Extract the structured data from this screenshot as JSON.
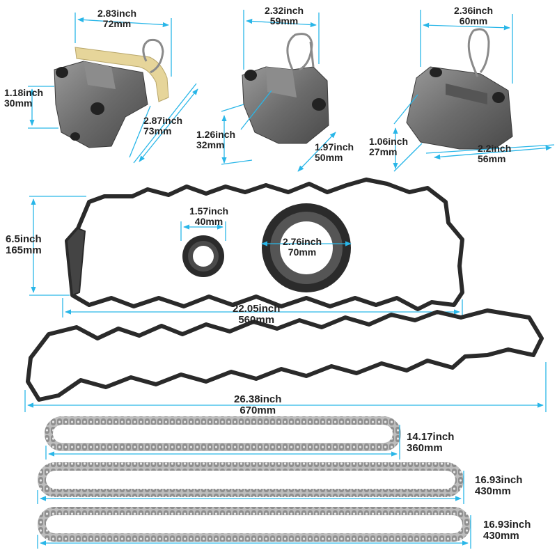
{
  "image": {
    "background": "#ffffff",
    "dimension_line_color": "#29b6e8",
    "part_metal_color": "#6f6f6f",
    "guide_color": "#e8d9a0",
    "gasket_color": "#2a2a2a"
  },
  "parts": {
    "tensioner_1": {
      "icon": "timing-chain-tensioner-with-guide",
      "width_in": "2.83inch",
      "width_mm": "72mm",
      "height_in": "1.18inch",
      "height_mm": "30mm",
      "depth_in": "2.87inch",
      "depth_mm": "73mm"
    },
    "tensioner_2": {
      "icon": "timing-chain-tensioner",
      "width_in": "2.32inch",
      "width_mm": "59mm",
      "height_in": "1.26inch",
      "height_mm": "32mm",
      "depth_in": "1.97inch",
      "depth_mm": "50mm"
    },
    "tensioner_3": {
      "icon": "timing-chain-tensioner",
      "width_in": "2.36inch",
      "width_mm": "60mm",
      "height_in": "1.06inch",
      "height_mm": "27mm",
      "depth_in": "2.2inch",
      "depth_mm": "56mm"
    },
    "valve_cover_gasket_small": {
      "icon": "valve-cover-gasket",
      "height_in": "6.5inch",
      "height_mm": "165mm",
      "length_in": "22.05inch",
      "length_mm": "560mm"
    },
    "oil_seal_small": {
      "icon": "oil-seal",
      "diameter_in": "1.57inch",
      "diameter_mm": "40mm"
    },
    "oil_seal_large": {
      "icon": "oil-seal",
      "diameter_in": "2.76inch",
      "diameter_mm": "70mm"
    },
    "valve_cover_gasket_large": {
      "icon": "valve-cover-gasket",
      "length_in": "26.38inch",
      "length_mm": "670mm"
    },
    "chain_1": {
      "icon": "timing-chain",
      "length_in": "14.17inch",
      "length_mm": "360mm"
    },
    "chain_2": {
      "icon": "timing-chain",
      "length_in": "16.93inch",
      "length_mm": "430mm"
    },
    "chain_3": {
      "icon": "timing-chain",
      "length_in": "16.93inch",
      "length_mm": "430mm"
    }
  }
}
